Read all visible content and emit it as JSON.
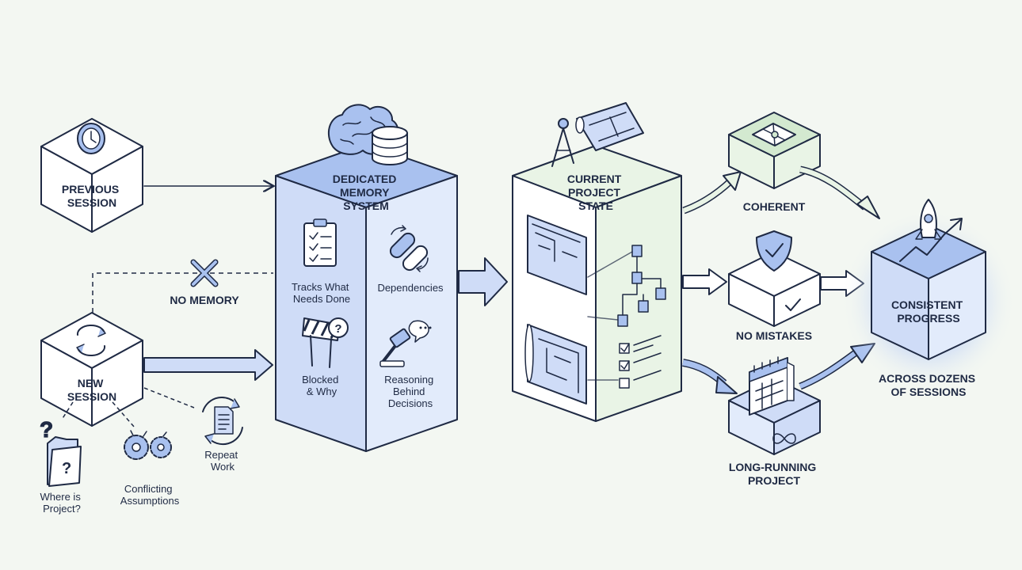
{
  "labels": {
    "previous_session": [
      "PREVIOUS",
      "SESSION"
    ],
    "new_session": [
      "NEW",
      "SESSION"
    ],
    "no_memory": "NO MEMORY",
    "where_is_project": [
      "Where is",
      "Project?"
    ],
    "conflicting_assumptions": [
      "Conflicting",
      "Assumptions"
    ],
    "repeat_work": [
      "Repeat",
      "Work"
    ],
    "memory_system": [
      "DEDICATED",
      "MEMORY",
      "SYSTEM"
    ],
    "tracks_what_needs_done": [
      "Tracks What",
      "Needs Done"
    ],
    "dependencies": "Dependencies",
    "blocked_why": [
      "Blocked",
      "& Why"
    ],
    "reasoning_behind_decisions": [
      "Reasoning",
      "Behind",
      "Decisions"
    ],
    "current_project_state": [
      "CURRENT",
      "PROJECT",
      "STATE"
    ],
    "coherent": "COHERENT",
    "no_mistakes": "NO MISTAKES",
    "long_running_project": [
      "LONG-RUNNING",
      "PROJECT"
    ],
    "consistent_progress": [
      "CONSISTENT",
      "PROGRESS"
    ],
    "across_dozens": [
      "ACROSS DOZENS",
      "OF SESSIONS"
    ]
  },
  "icons": {
    "previous": "clock-icon",
    "new": "refresh-icon",
    "no_memory": "x-mark-icon",
    "memory_top": [
      "brain-icon",
      "database-icon"
    ],
    "state_top": [
      "compass-icon",
      "blueprint-icon"
    ],
    "coherent": "puzzle-icon",
    "no_mistakes": "shield-check-icon",
    "long_running": [
      "calendar-icon",
      "infinity-icon"
    ],
    "progress": "rocket-icon"
  },
  "colors": {
    "ink": "#1f2a44",
    "memory_blue": "#cfdcf7",
    "arrow_blue": "#a9c1ef",
    "state_green": "#e9f4e6",
    "glow_blue": "#8fb0f2"
  }
}
